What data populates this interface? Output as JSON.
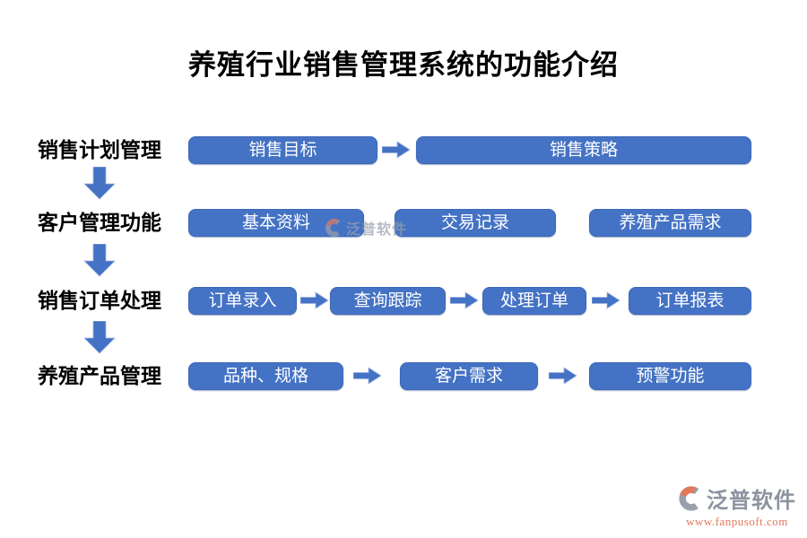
{
  "title": "养殖行业销售管理系统的功能介绍",
  "rows": [
    {
      "label": "销售计划管理",
      "items": [
        "销售目标",
        "销售策略"
      ]
    },
    {
      "label": "客户管理功能",
      "items": [
        "基本资料",
        "交易记录",
        "养殖产品需求"
      ]
    },
    {
      "label": "销售订单处理",
      "items": [
        "订单录入",
        "查询跟踪",
        "处理订单",
        "订单报表"
      ]
    },
    {
      "label": "养殖产品管理",
      "items": [
        "品种、规格",
        "客户需求",
        "预警功能"
      ]
    }
  ],
  "watermark_center": {
    "brand": "泛普软件"
  },
  "watermark_footer": {
    "brand": "泛普软件",
    "url": "www.fanpusoft.com"
  },
  "colors": {
    "box_blue": "#4472C4",
    "box_border_blue": "#3E68B8",
    "arrow_blue": "#4472C4",
    "title_black": "#000000",
    "box_text_white": "#FFFFFF",
    "watermark_gray": "#8C939F",
    "watermark_orange": "#E2795B"
  }
}
